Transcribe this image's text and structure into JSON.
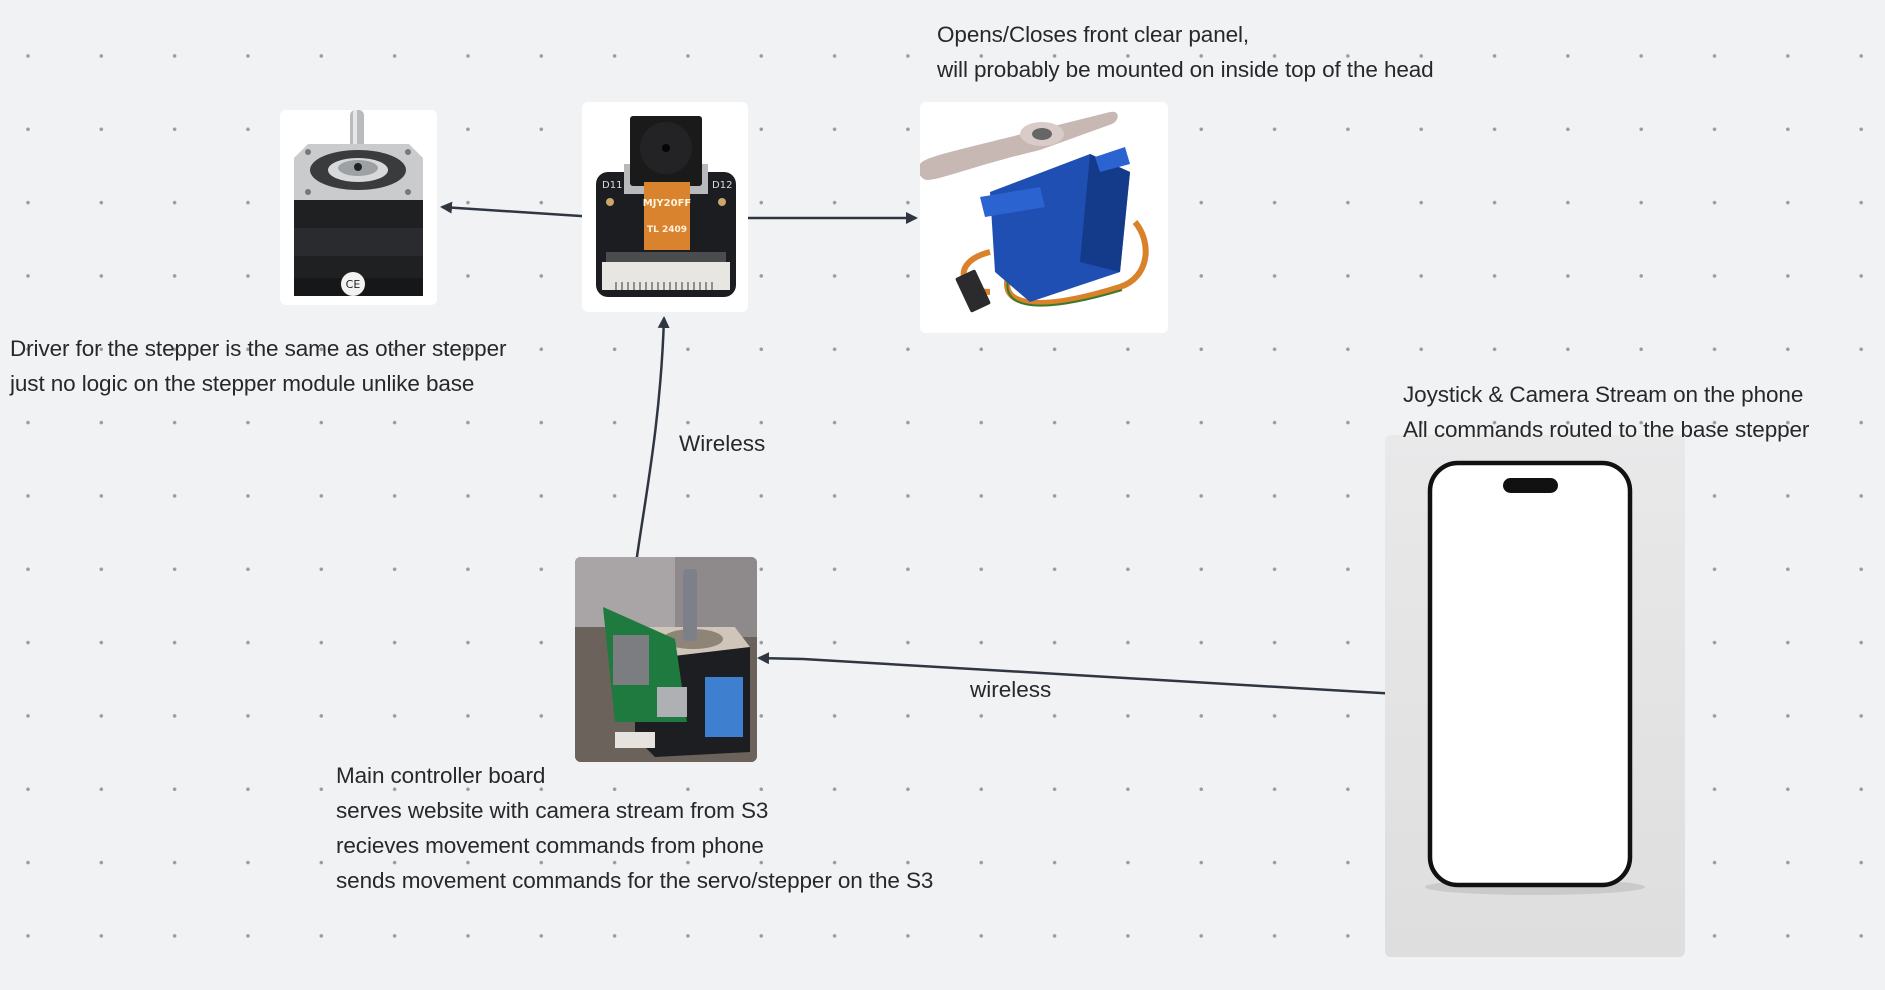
{
  "canvas": {
    "background": "#f1f2f4",
    "dot_color": "#9a9ca0",
    "connector_color": "#2f3640"
  },
  "nodes": {
    "stepper_motor": {
      "name": "Stepper motor (head)",
      "image": "stepper-motor-image"
    },
    "camera_board": {
      "name": "S3 camera board",
      "image": "camera-module-image",
      "silkscreen": [
        "D11",
        "D12",
        "MJY20FF",
        "TL 2409"
      ]
    },
    "servo": {
      "name": "Servo motor",
      "image": "servo-motor-image"
    },
    "controller": {
      "name": "Main controller board",
      "image": "controller-board-image"
    },
    "phone": {
      "name": "Phone",
      "image": "smartphone-image"
    }
  },
  "notes": {
    "servo": [
      "Opens/Closes front clear panel,",
      "will probably be mounted on inside top of the head"
    ],
    "stepper": [
      "Driver for the stepper is the same as other stepper",
      "just no logic on the stepper module unlike base"
    ],
    "controller": [
      "Main controller board",
      "serves website with camera stream from S3",
      "recieves movement commands from phone",
      "sends movement commands for the servo/stepper on the S3"
    ],
    "phone": [
      "Joystick & Camera Stream on the phone",
      "All commands routed to the base stepper"
    ]
  },
  "connectors": [
    {
      "from": "camera_board",
      "to": "stepper_motor",
      "label": ""
    },
    {
      "from": "camera_board",
      "to": "servo",
      "label": ""
    },
    {
      "from": "controller",
      "to": "camera_board",
      "label": "Wireless"
    },
    {
      "from": "phone",
      "to": "controller",
      "label": "wireless"
    }
  ]
}
